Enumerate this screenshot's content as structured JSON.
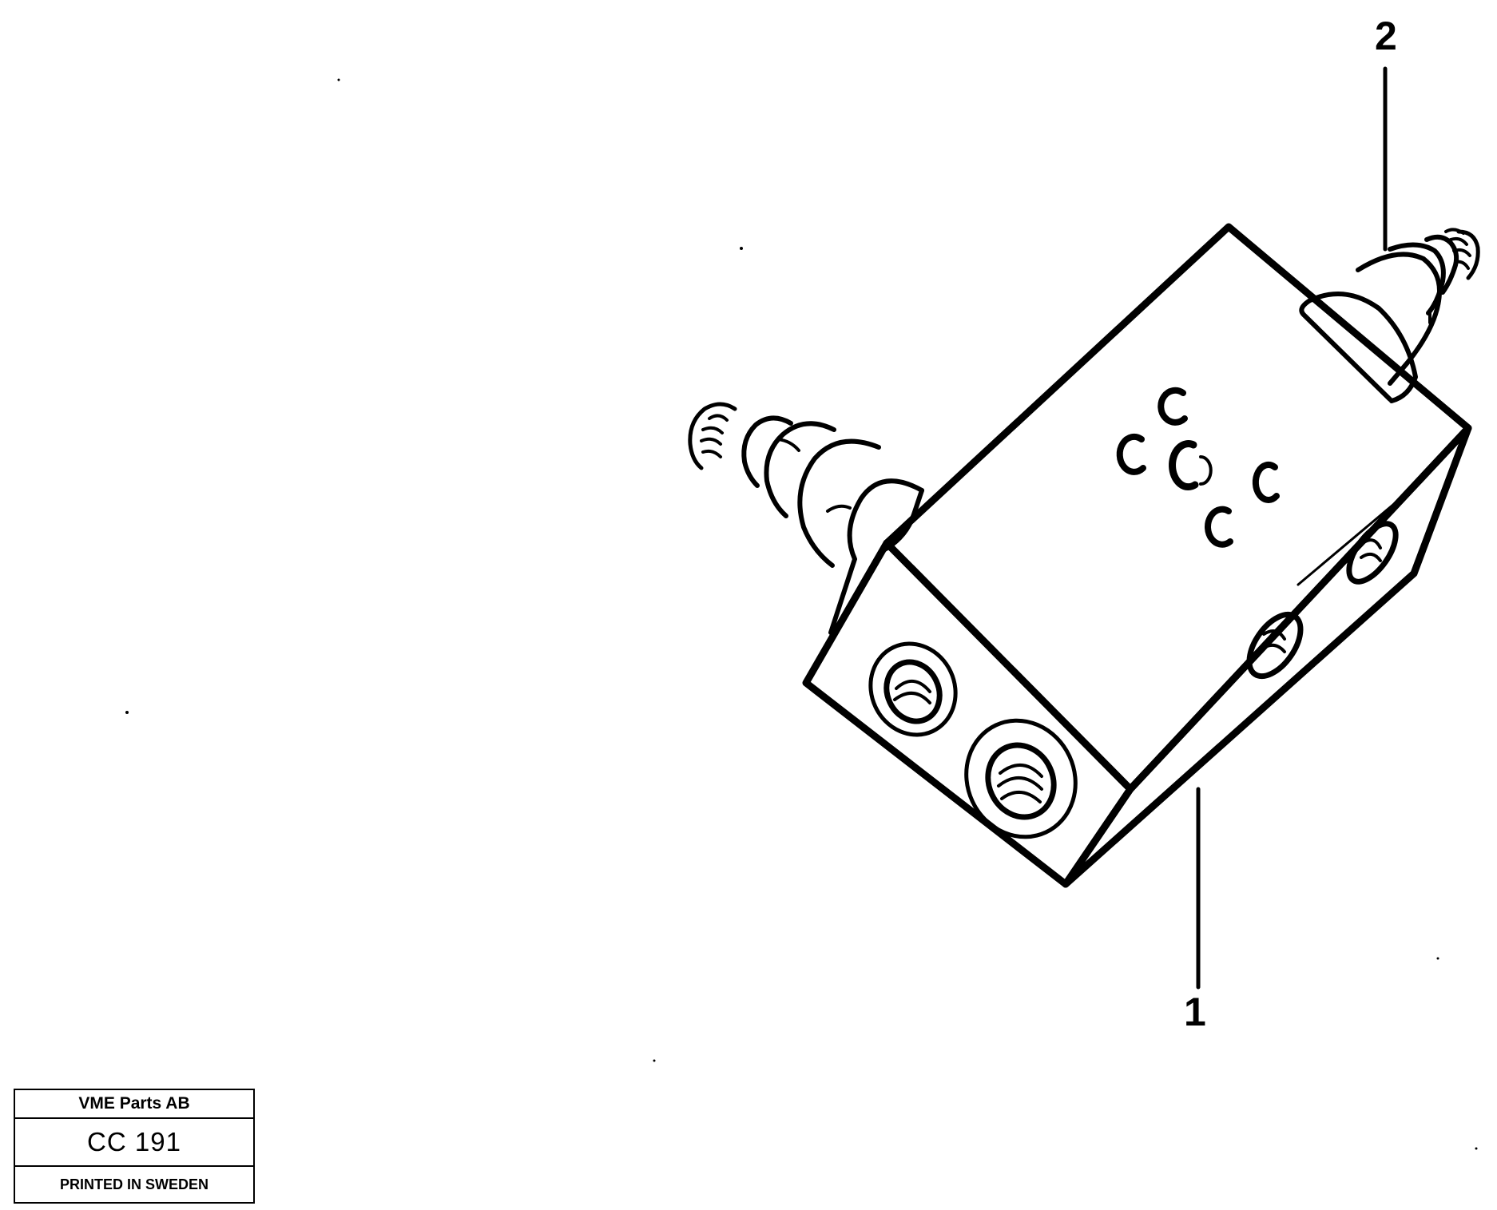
{
  "callouts": {
    "item_1": "1",
    "item_2": "2"
  },
  "title_block": {
    "company": "VME Parts AB",
    "code": "CC 191",
    "printed": "PRINTED IN SWEDEN"
  },
  "colors": {
    "ink": "#000000",
    "paper": "#ffffff"
  }
}
